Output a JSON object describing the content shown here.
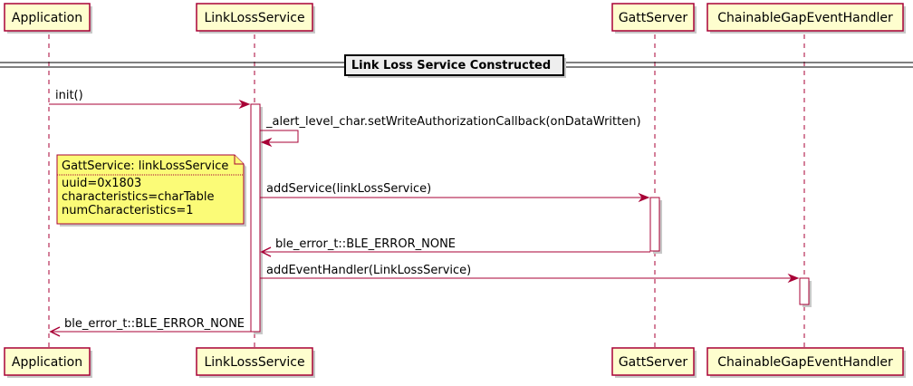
{
  "participants": {
    "application": "Application",
    "link_loss_service": "LinkLossService",
    "gatt_server": "GattServer",
    "gap_handler": "ChainableGapEventHandler"
  },
  "divider": {
    "label": "Link Loss Service Constructed"
  },
  "messages": {
    "init": "init()",
    "set_callback": "_alert_level_char.setWriteAuthorizationCallback(onDataWritten)",
    "add_service": "addService(linkLossService)",
    "add_service_return": "ble_error_t::BLE_ERROR_NONE",
    "add_event_handler": "addEventHandler(LinkLossService)",
    "init_return": "ble_error_t::BLE_ERROR_NONE"
  },
  "note": {
    "title": "GattService: linkLossService",
    "lines": [
      "uuid=0x1803",
      "characteristics=charTable",
      "numCharacteristics=1"
    ]
  },
  "colors": {
    "participant_fill": "#FEFECE",
    "border": "#A80036",
    "note_fill": "#FBFB77",
    "divider_fill": "#EEEEEE"
  }
}
